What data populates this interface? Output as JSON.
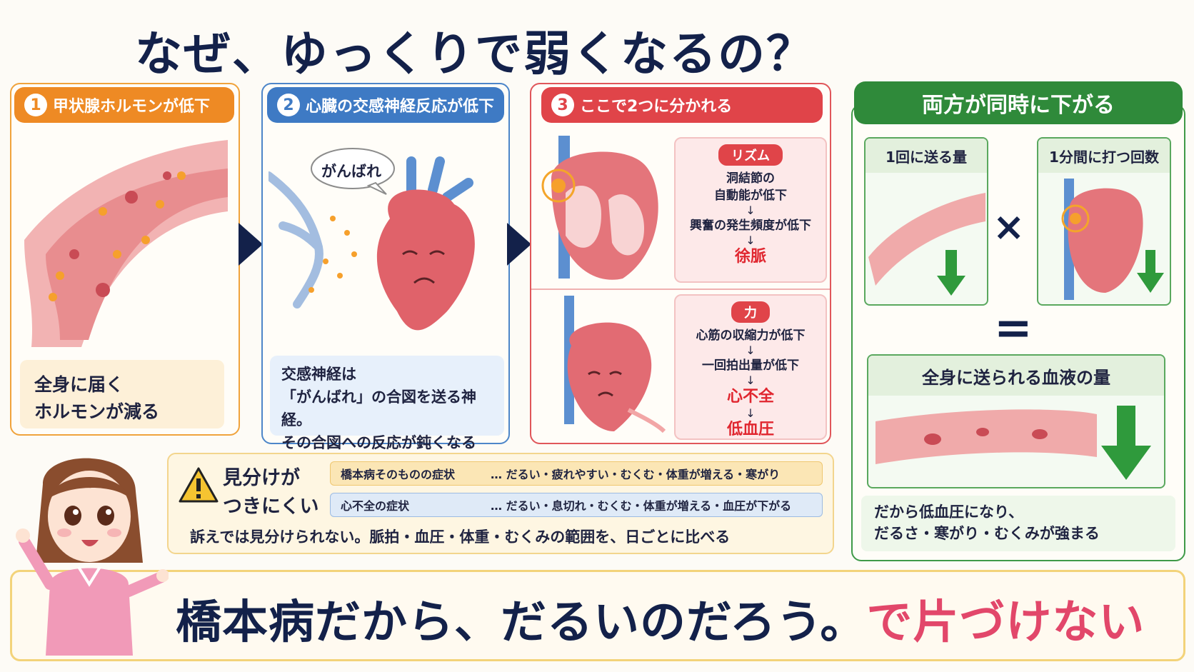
{
  "title": "なぜ、ゆっくりで弱くなるの？",
  "step1": {
    "number": "1",
    "label": "甲状腺ホルモンが低下",
    "note_line1": "全身に届く",
    "note_line2": "ホルモンが減る"
  },
  "step2": {
    "number": "2",
    "label": "心臓の交感神経反応が低下",
    "speech": "がんばれ",
    "note_line1": "交感神経は",
    "note_line2": "「がんばれ」の合図を送る神経。",
    "note_line3": "その合図への反応が鈍くなる"
  },
  "step3": {
    "number": "3",
    "label": "ここで2つに分かれる",
    "rhythm": {
      "tag": "リズム",
      "line1": "洞結節の",
      "line2": "自動能が低下",
      "line3": "興奮の発生頻度が低下",
      "result": "徐脈"
    },
    "power": {
      "tag": "力",
      "line1": "心筋の収縮力が低下",
      "line2": "一回拍出量が低下",
      "result1": "心不全",
      "result2": "低血圧"
    },
    "arrow_glyph": "↓"
  },
  "both": {
    "header": "両方が同時に下がる",
    "stroke_volume": "1回に送る量",
    "heart_rate": "1分間に打つ回数",
    "times": "×",
    "equals": "=",
    "cardiac_output": "全身に送られる血液の量",
    "conclusion_line1": "だから低血圧になり、",
    "conclusion_line2": "だるさ・寒がり・むくみが強まる"
  },
  "warning": {
    "title_line1": "見分けが",
    "title_line2": "つきにくい",
    "row1_label": "橋本病そのものの症状",
    "row1_text": "… だるい・疲れやすい・むくむ・体重が増える・寒がり",
    "row2_label": "心不全の症状",
    "row2_text": "… だるい・息切れ・むくむ・体重が増える・血圧が下がる",
    "footer": "訴えでは見分けられない。脈拍・血圧・体重・むくみの範囲を、日ごとに比べる"
  },
  "footer": {
    "main": "橋本病だから、だるいのだろう。",
    "highlight": "で片づけない"
  },
  "colors": {
    "orange": "#ee8a24",
    "blue": "#3e7ac4",
    "red": "#e04449",
    "green": "#2f8a3a",
    "navy": "#13214a",
    "pink": "#e2476a"
  }
}
